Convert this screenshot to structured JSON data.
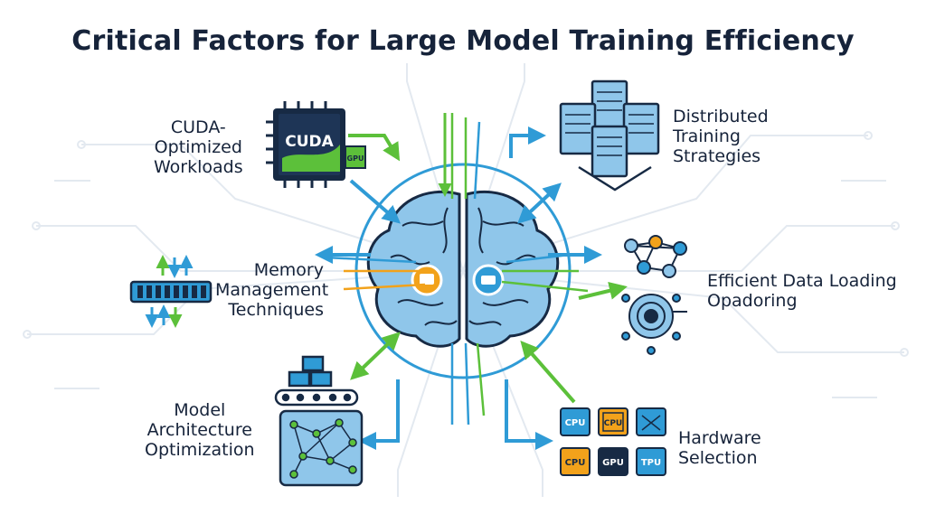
{
  "title": "Critical Factors for Large Model Training Efficiency",
  "colors": {
    "blue": "#2f9bd6",
    "navy": "#172a44",
    "green": "#5cc03a",
    "light_blue": "#8fc6ea",
    "orange": "#f2a21b",
    "circuit": "#dfe6ee"
  },
  "factors": {
    "cuda": {
      "label": "CUDA-\nOptimized\nWorkloads",
      "icon": "cuda-gpu-chip-icon",
      "chip_text": "CUDA",
      "chip_sub": "GPU"
    },
    "distributed": {
      "label": "Distributed\nTraining\nStrategies",
      "icon": "server-cluster-icon"
    },
    "memory": {
      "label": "Memory\nManagement\nTechniques",
      "icon": "ram-module-icon"
    },
    "data_loading": {
      "label": "Efficient Data Loading\nOpadoring",
      "icon": "data-network-icon"
    },
    "architecture": {
      "label": "Model\nArchitecture\nOptimization",
      "icon": "neural-network-container-icon"
    },
    "hardware": {
      "label": "Hardware\nSelection",
      "icon": "processor-chips-icon",
      "chips": [
        "CPU",
        "CPU",
        "CPU",
        "GPU",
        "TPU"
      ]
    }
  },
  "center": {
    "icon": "brain-icon"
  }
}
